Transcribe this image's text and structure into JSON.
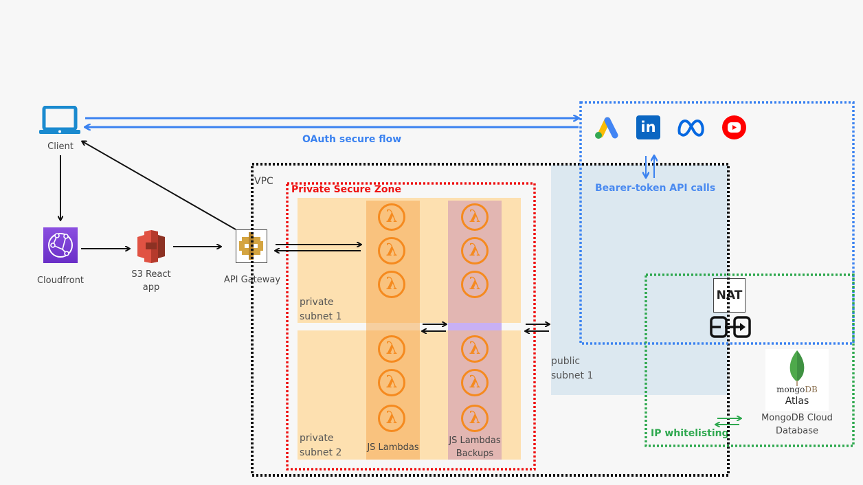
{
  "diagram": {
    "client": {
      "label": "Client",
      "icon": "laptop-icon"
    },
    "cloudfront": {
      "label": "Cloudfront",
      "icon": "cloudfront-icon"
    },
    "s3": {
      "label_line1": "S3 React",
      "label_line2": "app",
      "icon": "s3-bucket-icon"
    },
    "api_gateway": {
      "label": "API Gateway",
      "icon": "api-gateway-icon"
    },
    "oauth": {
      "label": "OAuth secure flow"
    },
    "bearer": {
      "label": "Bearer-token API calls"
    },
    "providers": [
      {
        "name": "Google Ads",
        "icon": "google-ads-icon"
      },
      {
        "name": "LinkedIn",
        "icon": "linkedin-icon",
        "text": "in"
      },
      {
        "name": "Meta",
        "icon": "meta-icon"
      },
      {
        "name": "YouTube",
        "icon": "youtube-icon"
      }
    ],
    "vpc": {
      "label": "VPC"
    },
    "private_zone": {
      "label": "Private Secure Zone"
    },
    "private_subnet_1": {
      "line1": "private",
      "line2": "subnet 1"
    },
    "private_subnet_2": {
      "line1": "private",
      "line2": "subnet 2"
    },
    "public_subnet": {
      "line1": "public",
      "line2": "subnet 1"
    },
    "lambdas": {
      "label": "JS Lambdas",
      "symbol": "λ",
      "count_per_subnet": 3
    },
    "lambda_backups": {
      "label_line1": "JS Lambdas",
      "label_line2": "Backups",
      "symbol": "λ",
      "count_per_subnet": 3
    },
    "nat": {
      "label": "NAT",
      "icon": "nat-gateway-icon"
    },
    "mongodb": {
      "logo_text_mongo": "mongo",
      "logo_text_db": "DB",
      "atlas": "Atlas",
      "label_line1": "MongoDB Cloud",
      "label_line2": "Database",
      "icon": "mongodb-leaf-icon"
    },
    "ip_whitelisting": {
      "label": "IP whitelisting"
    }
  },
  "colors": {
    "background": "#f7f7f7",
    "oauth_blue": "#3b82f0",
    "vpc_border": "#111111",
    "private_zone_red": "#ee1111",
    "subnet_fill": "#fde0b0",
    "lambda_column": "#f9c27e",
    "backup_column": "#e2b6b2",
    "public_subnet_fill": "#dce8f0",
    "whitelist_green": "#2fa84f",
    "lambda_orange": "#f58a1f"
  }
}
